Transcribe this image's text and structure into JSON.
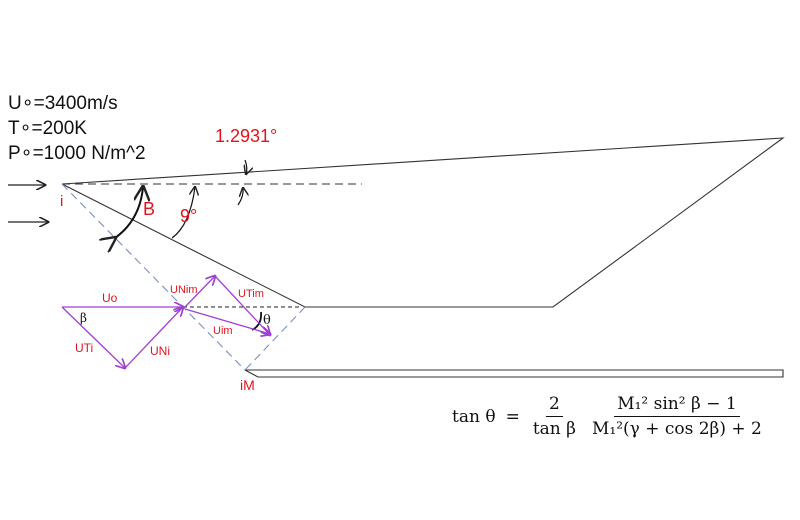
{
  "conditions": {
    "velocity": "U∘=3400m/s",
    "temperature": "T∘=200K",
    "pressure": "P∘=1000 N/m^2"
  },
  "angles": {
    "upper_wall": "1.2931°",
    "ramp": "9°",
    "shock": "B"
  },
  "points": {
    "inlet": "i",
    "impact": "iM"
  },
  "vectors": {
    "u0": "Uo",
    "uti": "UTi",
    "uni": "UNi",
    "unim": "UNim",
    "utim": "UTim",
    "uim": "Uim",
    "beta": "β",
    "theta": "θ"
  },
  "formula": {
    "lhs": "tan θ",
    "eq": "=",
    "frac1_num": "2",
    "frac1_den": "tan β",
    "frac2_num": "M₁² sin² β − 1",
    "frac2_den": "M₁²(γ + cos 2β) + 2"
  },
  "colors": {
    "red": "#e0141e",
    "purple": "#a040d0",
    "blue_dashed": "#7a90c0",
    "line": "#222222"
  }
}
